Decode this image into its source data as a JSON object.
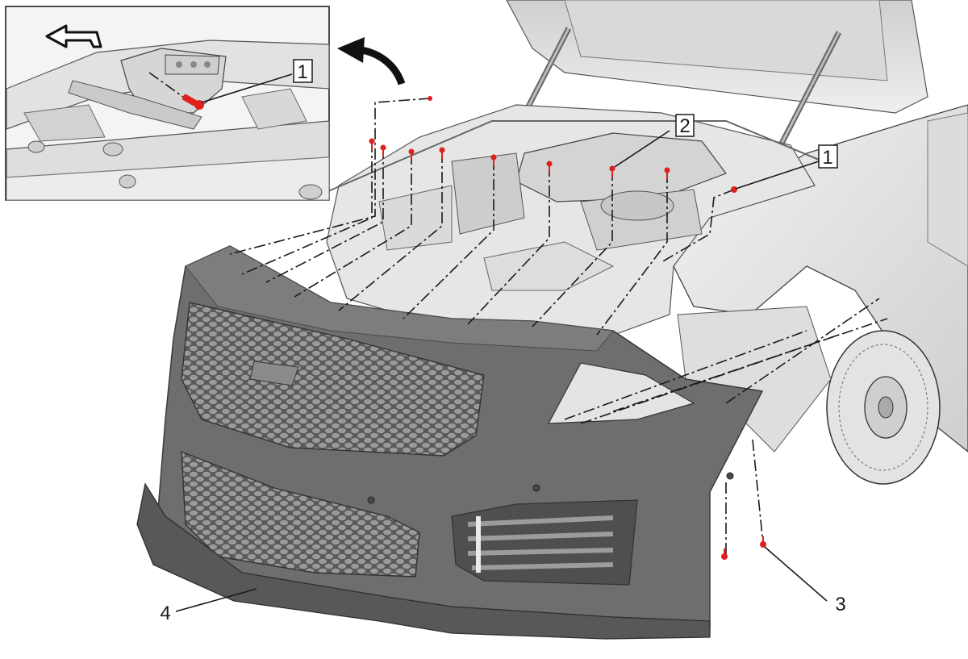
{
  "figure": {
    "callouts": [
      {
        "id": "inset-1",
        "label": "1"
      },
      {
        "id": "main-1",
        "label": "1"
      },
      {
        "id": "main-2",
        "label": "2"
      },
      {
        "id": "main-3",
        "label": "3"
      },
      {
        "id": "main-4",
        "label": "4"
      }
    ],
    "colors": {
      "fastener": "#e0201c",
      "bumper_fascia": "#6e6e6e",
      "grille_mesh": "#565656",
      "body_panel": "#e9e9e9",
      "linework": "#1a1a1a"
    },
    "icons": [
      "removal-direction-arrow-icon",
      "open-direction-arrow-icon"
    ]
  }
}
